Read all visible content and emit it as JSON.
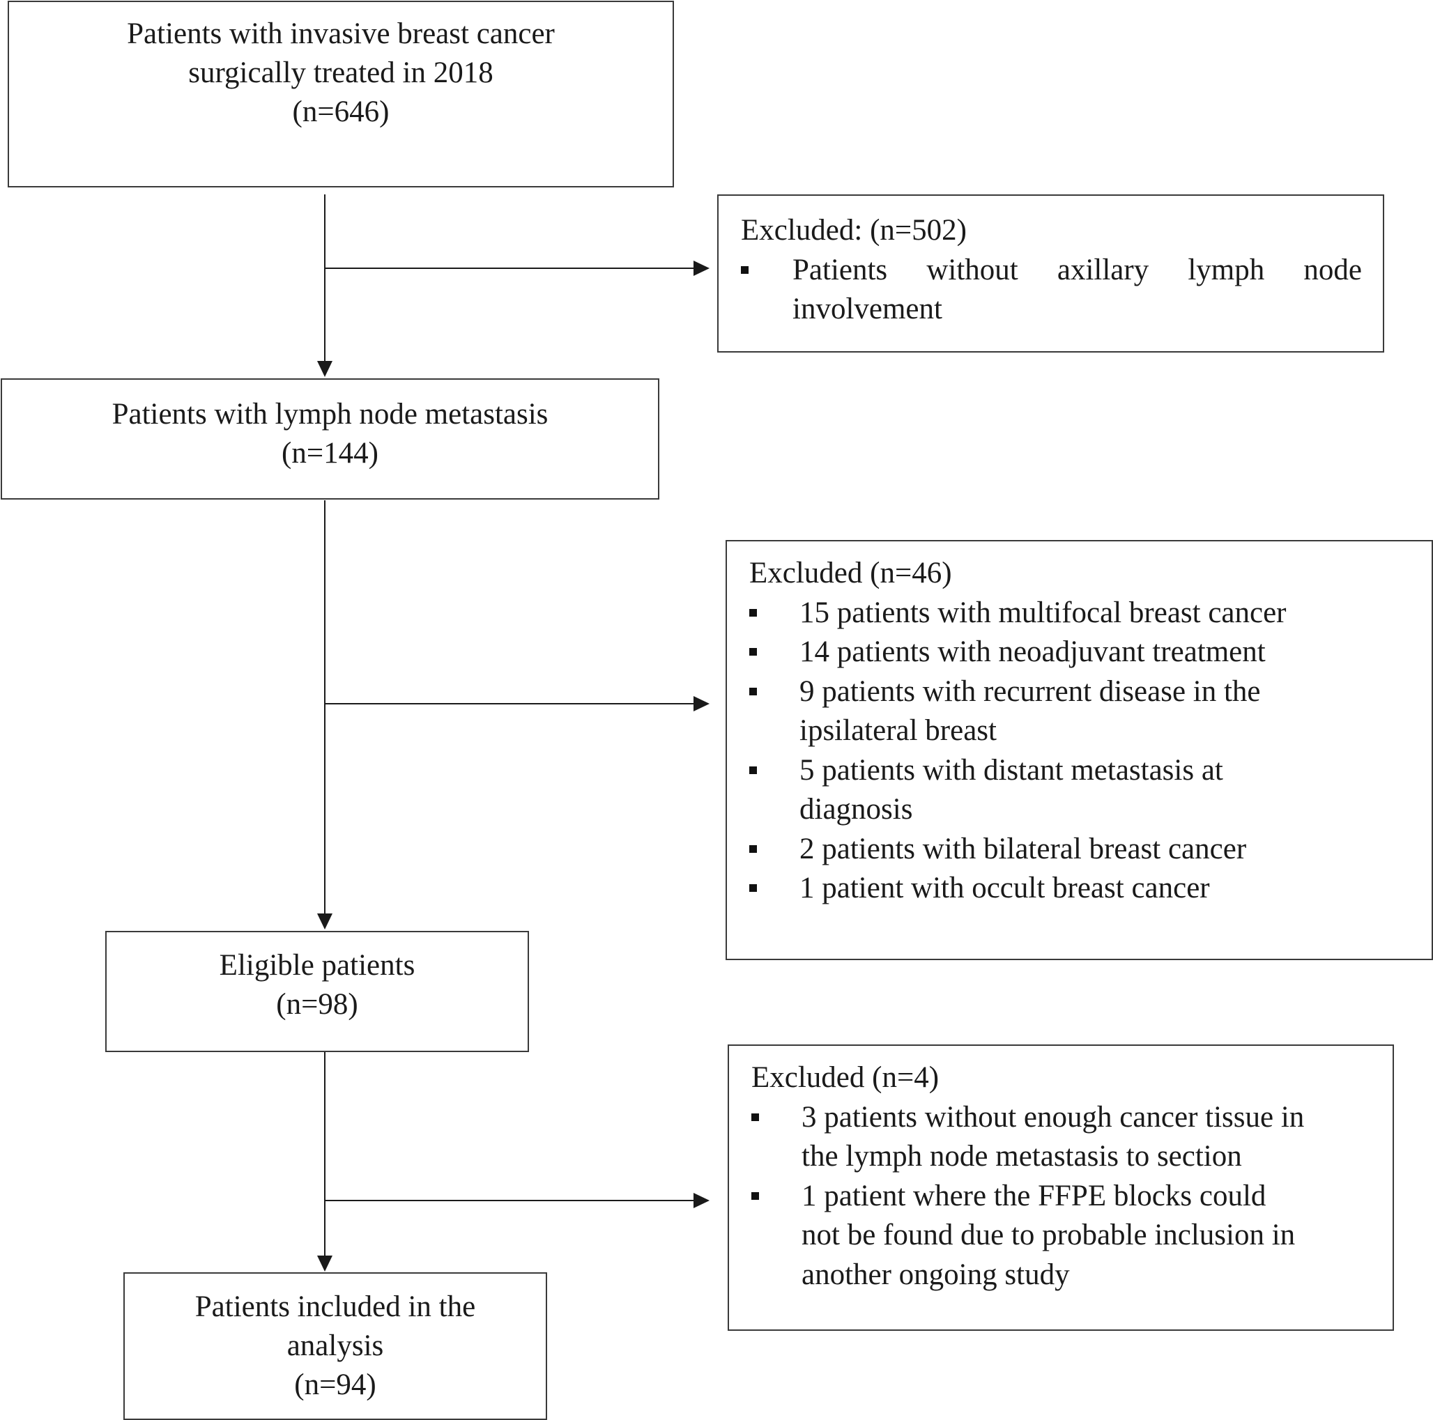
{
  "flow": {
    "stage1": {
      "lines": [
        "Patients with invasive breast cancer",
        "surgically treated in 2018",
        "(n=646)"
      ]
    },
    "exclusion1": {
      "title": "Excluded: (n=502)",
      "items": [
        {
          "lines": [
            "Patients without axillary lymph node",
            "involvement"
          ]
        }
      ]
    },
    "stage2": {
      "lines": [
        "Patients with lymph node metastasis",
        "(n=144)"
      ]
    },
    "exclusion2": {
      "title": "Excluded (n=46)",
      "items": [
        {
          "lines": [
            "15 patients with multifocal breast cancer"
          ]
        },
        {
          "lines": [
            "14 patients with neoadjuvant treatment"
          ]
        },
        {
          "lines": [
            "9 patients with recurrent disease in the",
            "ipsilateral breast"
          ]
        },
        {
          "lines": [
            "5 patients with distant metastasis at",
            "diagnosis"
          ]
        },
        {
          "lines": [
            "2 patients with bilateral breast cancer"
          ]
        },
        {
          "lines": [
            "1 patient with occult breast cancer"
          ]
        }
      ]
    },
    "stage3": {
      "lines": [
        "Eligible patients",
        "(n=98)"
      ]
    },
    "exclusion3": {
      "title": "Excluded (n=4)",
      "items": [
        {
          "lines": [
            "3 patients without enough cancer tissue in",
            "the lymph node metastasis to section"
          ]
        },
        {
          "lines": [
            "1 patient where the FFPE blocks could",
            "not be found due to probable inclusion in",
            "another ongoing study"
          ]
        }
      ]
    },
    "stage4": {
      "lines": [
        "Patients included in the",
        "analysis",
        "(n=94)"
      ]
    }
  },
  "colors": {
    "line": "#1a1a1a",
    "border": "#3a3a3a",
    "background": "#ffffff"
  }
}
